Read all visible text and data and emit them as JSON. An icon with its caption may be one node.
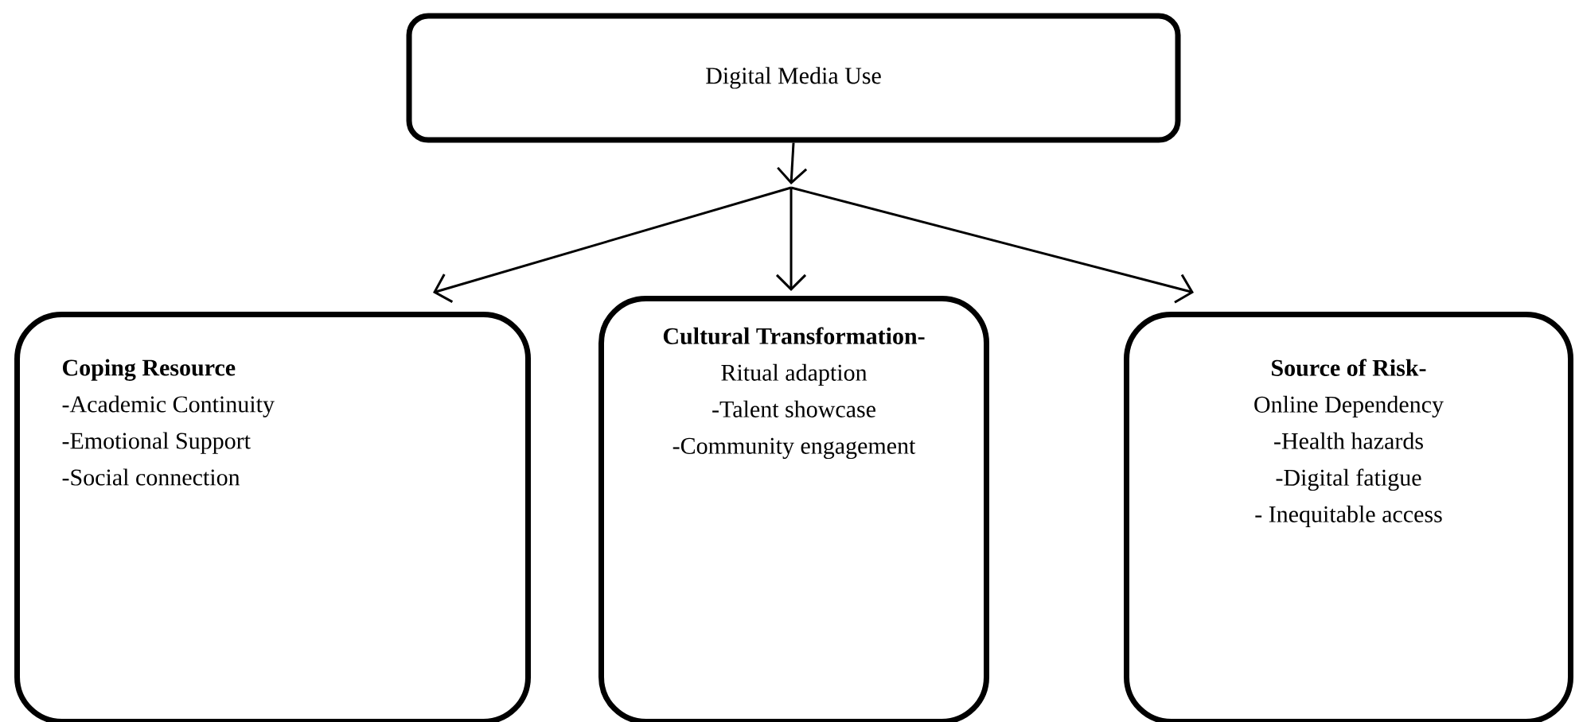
{
  "diagram": {
    "nodes": [
      {
        "text": [
          "Digital Media Use"
        ]
      },
      {
        "text": [
          "Coping Resource",
          "-Academic Continuity",
          "-Emotional Support",
          "-Social connection"
        ]
      },
      {
        "text": [
          "Cultural Transformation-",
          "Ritual adaption",
          "-Talent showcase",
          "-Community engagement"
        ]
      },
      {
        "text": [
          "Source of Risk-",
          "Online Dependency",
          "-Health hazards",
          "-Digital fatigue",
          "- Inequitable access"
        ]
      }
    ],
    "edges": [
      {
        "from": 0,
        "to": 1,
        "arrow": "to"
      },
      {
        "from": 0,
        "to": 2,
        "arrow": "to"
      },
      {
        "from": 0,
        "to": 3,
        "arrow": "to"
      }
    ]
  }
}
